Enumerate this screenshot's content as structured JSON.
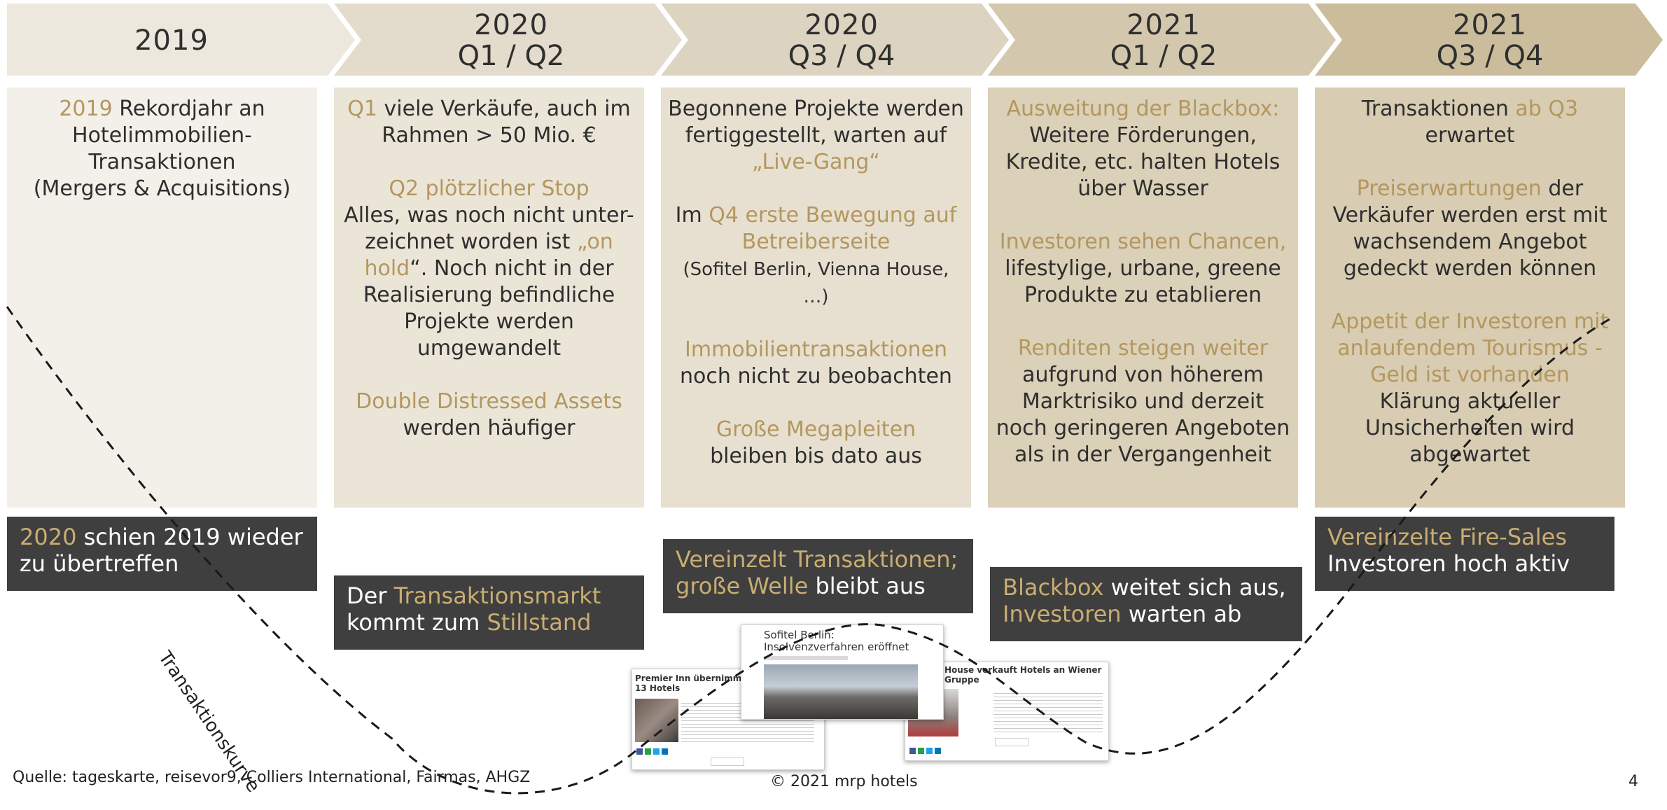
{
  "headers": [
    {
      "year": "2019",
      "quarter": ""
    },
    {
      "year": "2020",
      "quarter": "Q1 / Q2"
    },
    {
      "year": "2020",
      "quarter": "Q3 / Q4"
    },
    {
      "year": "2021",
      "quarter": "Q1 / Q2"
    },
    {
      "year": "2021",
      "quarter": "Q3 / Q4"
    }
  ],
  "colors": {
    "arrow": [
      "#ece8de",
      "#e3dccc",
      "#dcd3c0",
      "#d3c8ae",
      "#cbbd9c"
    ],
    "column": [
      "#f3f0ea",
      "#ebe5d8",
      "#e7e0d0",
      "#dbd0b8",
      "#d8ccb2"
    ],
    "gold": "#b4975f",
    "dark_box": "#3f3f3f"
  },
  "col1": {
    "a_gold": "2019",
    "a_text": " Rekordjahr an Hotelimmobilien-Transaktionen",
    "b": "(Mergers & Acquisitions)"
  },
  "col2": {
    "p1_gold": "Q1",
    "p1_text": " viele Verkäufe, auch im Rahmen > 50 Mio. €",
    "p2_head": "Q2 plötzlicher Stop",
    "p2_text_a": "Alles, was noch nicht unter-zeichnet worden ist ",
    "p2_gold": "„on hold",
    "p2_text_b": "“. Noch nicht in der Realisierung befindliche Projekte werden umgewandelt",
    "p3_head": "Double Distressed Assets",
    "p3_text": "werden häufiger"
  },
  "col3": {
    "p1_text": "Begonnene Projekte werden fertiggestellt, warten auf ",
    "p1_gold": "„Live-Gang“",
    "p2_text": "Im ",
    "p2_gold": "Q4 erste Bewegung auf Betreiberseite",
    "p2_small": "(Sofitel Berlin, Vienna House, …)",
    "p3_head": "Immobilientransaktionen",
    "p3_text": "noch nicht zu beobachten",
    "p4_head": "Große Megapleiten",
    "p4_text": "bleiben bis dato aus"
  },
  "col4": {
    "p1_head": "Ausweitung der Blackbox:",
    "p1_text": "Weitere Förderungen, Kredite, etc. halten Hotels über Wasser",
    "p2_head": "Investoren sehen Chancen,",
    "p2_text": "lifestylige, urbane, greene Produkte zu etablieren",
    "p3_head": "Renditen steigen weiter",
    "p3_text": "aufgrund von höherem Marktrisiko und derzeit noch geringeren Angeboten als in der Vergangenheit"
  },
  "col5": {
    "p1_text": "Transaktionen ",
    "p1_gold": "ab Q3",
    "p1_text2": " erwartet",
    "p2_gold": "Preiserwartungen",
    "p2_text": " der Verkäufer werden erst mit wachsendem Angebot gedeckt werden können",
    "p3_head": "Appetit der Investoren mit anlaufendem Tourismus - Geld ist vorhanden",
    "p3_text": "Klärung aktueller Unsicherheiten wird abgewartet"
  },
  "boxes": {
    "b1": {
      "gold": "2020",
      "text": " schien 2019 wieder zu übertreffen"
    },
    "b2": {
      "text_a": "Der ",
      "gold_a": "Transaktionsmarkt",
      "text_b": " kommt zum ",
      "gold_b": "Stillstand"
    },
    "b3": {
      "gold": "Vereinzelt Transaktionen; große Welle",
      "text": " bleibt aus"
    },
    "b4": {
      "gold_a": "Blackbox",
      "text_a": " weitet sich aus, ",
      "gold_b": "Investoren",
      "text_b": " warten ab"
    },
    "b5": {
      "gold": "Vereinzelte Fire-Sales",
      "text": "Investoren hoch aktiv"
    }
  },
  "curve_label": "Transaktionskurve",
  "news": {
    "n1_title": "Premier Inn übernimmt von Gruppe 13 Hotels",
    "n2_title": "Sofitel Berlin: Insolvenzverfahren eröffnet",
    "n3_title": "House verkauft Hotels an Wiener Gruppe"
  },
  "footer": {
    "source": "Quelle: tageskarte, reisevor9, Colliers International, Fairmas, AHGZ",
    "copyright": "© 2021 mrp hotels",
    "page": "4"
  }
}
